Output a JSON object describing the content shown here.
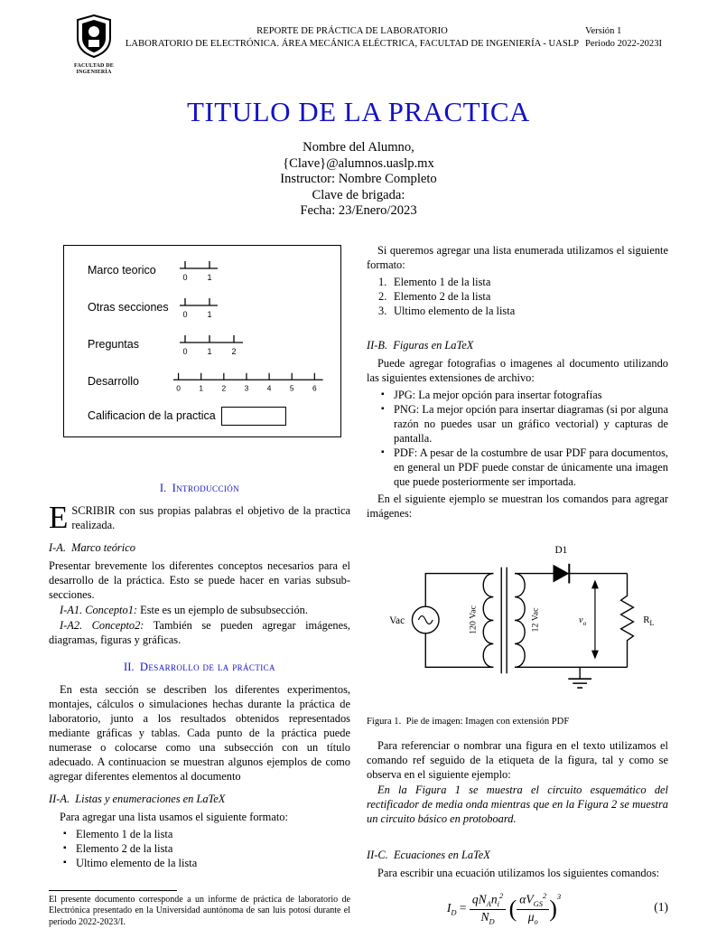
{
  "colors": {
    "accent_blue": "#1312c6",
    "text": "#000000",
    "page_bg": "#ffffff"
  },
  "header": {
    "line1": "REPORTE DE PRÁCTICA DE LABORATORIO",
    "line2": "LABORATORIO DE ELECTRÓNICA. ÁREA MECÁNICA ELÉCTRICA, FACULTAD DE INGENIERÍA - UASLP",
    "version": "Versión 1",
    "period": "Periodo 2022-2023I",
    "logo_caption": "FACULTAD DE INGENIERÍA"
  },
  "title": "TITULO DE LA PRACTICA",
  "byline": {
    "author": "Nombre del Alumno,",
    "email": "{Clave}@alumnos.uaslp.mx",
    "instructor": "Instructor: Nombre Completo",
    "brigade": "Clave de brigada:",
    "date": "Fecha: 23/Enero/2023"
  },
  "rubric": {
    "rows": [
      {
        "label": "Marco teorico",
        "ticks": [
          "0",
          "1"
        ]
      },
      {
        "label": "Otras secciones",
        "ticks": [
          "0",
          "1"
        ]
      },
      {
        "label": "Preguntas",
        "ticks": [
          "0",
          "1",
          "2"
        ]
      },
      {
        "label": "Desarrollo",
        "ticks": [
          "0",
          "1",
          "2",
          "3",
          "4",
          "5",
          "6"
        ]
      }
    ],
    "grade_label": "Calificacion de la practica"
  },
  "sections": {
    "s1": {
      "num": "I.",
      "title": "Introducción"
    },
    "s1_intro": {
      "dropcap": "E",
      "rest": "SCRIBIR con sus propias palabras el objetivo de la practica realizada."
    },
    "s1a": {
      "num": "I-A.",
      "title": "Marco teórico"
    },
    "s1a_p": "Presentar brevemente los diferentes conceptos necesarios para el desarrollo de la práctica. Esto se puede hacer en varias subsub-secciones.",
    "s1a1": {
      "lead": "I-A1. Concepto1:",
      "rest": " Este es un ejemplo de subsubsección."
    },
    "s1a2": {
      "lead": "I-A2. Concepto2:",
      "rest": " También se pueden agregar imágenes, diagramas, figuras y gráficas."
    },
    "s2": {
      "num": "II.",
      "title": "Desarrollo de la práctica"
    },
    "s2_p": "En esta sección se describen los diferentes experimentos, montajes, cálculos o simulaciones hechas durante la práctica de laboratorio, junto a los resultados obtenidos representados mediante gráficas y tablas. Cada punto de la práctica puede numerase o colocarse como una subsección con un título adecuado. A continuacion se muestran algunos ejemplos de como agregar diferentes elementos al documento",
    "s2a": {
      "num": "II-A.",
      "title": "Listas y enumeraciones en LaTeX"
    },
    "s2a_p": "Para agregar una lista usamos el siguiente formato:",
    "bullets1": [
      "Elemento 1 de la lista",
      "Elemento 2 de la lista",
      "Ultimo elemento de la lista"
    ],
    "enum_intro": "Si queremos agregar una lista enumerada utilizamos el siguiente formato:",
    "enum1": [
      {
        "num": "1.",
        "text": "Elemento 1 de la lista"
      },
      {
        "num": "2.",
        "text": "Elemento 2 de la lista"
      },
      {
        "num": "3.",
        "text": "Ultimo elemento de la lista"
      }
    ],
    "s2b": {
      "num": "II-B.",
      "title": "Figuras en LaTeX"
    },
    "s2b_p": "Puede agregar fotografias o imagenes al documento utilizando las siguientes extensiones de archivo:",
    "bullets2": [
      "JPG: La mejor opción para insertar fotografías",
      "PNG: La mejor opción para insertar diagramas (si por alguna razón no puedes usar un gráfico vectorial) y capturas de pantalla.",
      "PDF: A pesar de la costumbre de usar PDF para documentos, en general un PDF puede constar de únicamente una imagen que puede posteriormente ser importada."
    ],
    "s2b_p2": "En el siguiente ejemplo se muestran los comandos para agregar imágenes:",
    "s2b_p3": "Para referenciar o nombrar una figura en el texto utilizamos el comando ref seguido de la etiqueta de la figura, tal y como se observa en el siguiente ejemplo:",
    "s2b_example": "En la Figura 1 se muestra el circuito esquemático del rectificador de media onda mientras que en la Figura 2 se muestra un circuito básico en protoboard.",
    "s2c": {
      "num": "II-C.",
      "title": "Ecuaciones en LaTeX"
    },
    "s2c_p": "Para escribir una ecuación utilizamos los siguientes comandos:"
  },
  "figure": {
    "caption_label": "Figura 1.",
    "caption_text": "Pie de imagen: Imagen con extensión PDF",
    "labels": {
      "diode": "D1",
      "source": "Vac",
      "primary": "120 Vac",
      "secondary": "12 Vac",
      "vout_base": "v",
      "vout_sub": "o",
      "load_base": "R",
      "load_sub": "L"
    }
  },
  "equation": {
    "lhs": "I",
    "lhs_sub": "D",
    "rel": "=",
    "num_a": "qN",
    "num_a_sub": "A",
    "num_b": "n",
    "num_b_sub": "i",
    "num_b_sup": "2",
    "den_a": "N",
    "den_a_sub": "D",
    "inner_num": "αV",
    "inner_num_sub": "GS",
    "inner_num_sup": "2",
    "inner_den": "μ",
    "inner_den_sub": "o",
    "outer_exp": "3",
    "tag": "(1)"
  },
  "footnote": "El presente documento corresponde a un informe de práctica de laboratorio de Electrónica presentado en la Universidad auntónoma de san luis potosí durante el periodo 2022-2023/I."
}
